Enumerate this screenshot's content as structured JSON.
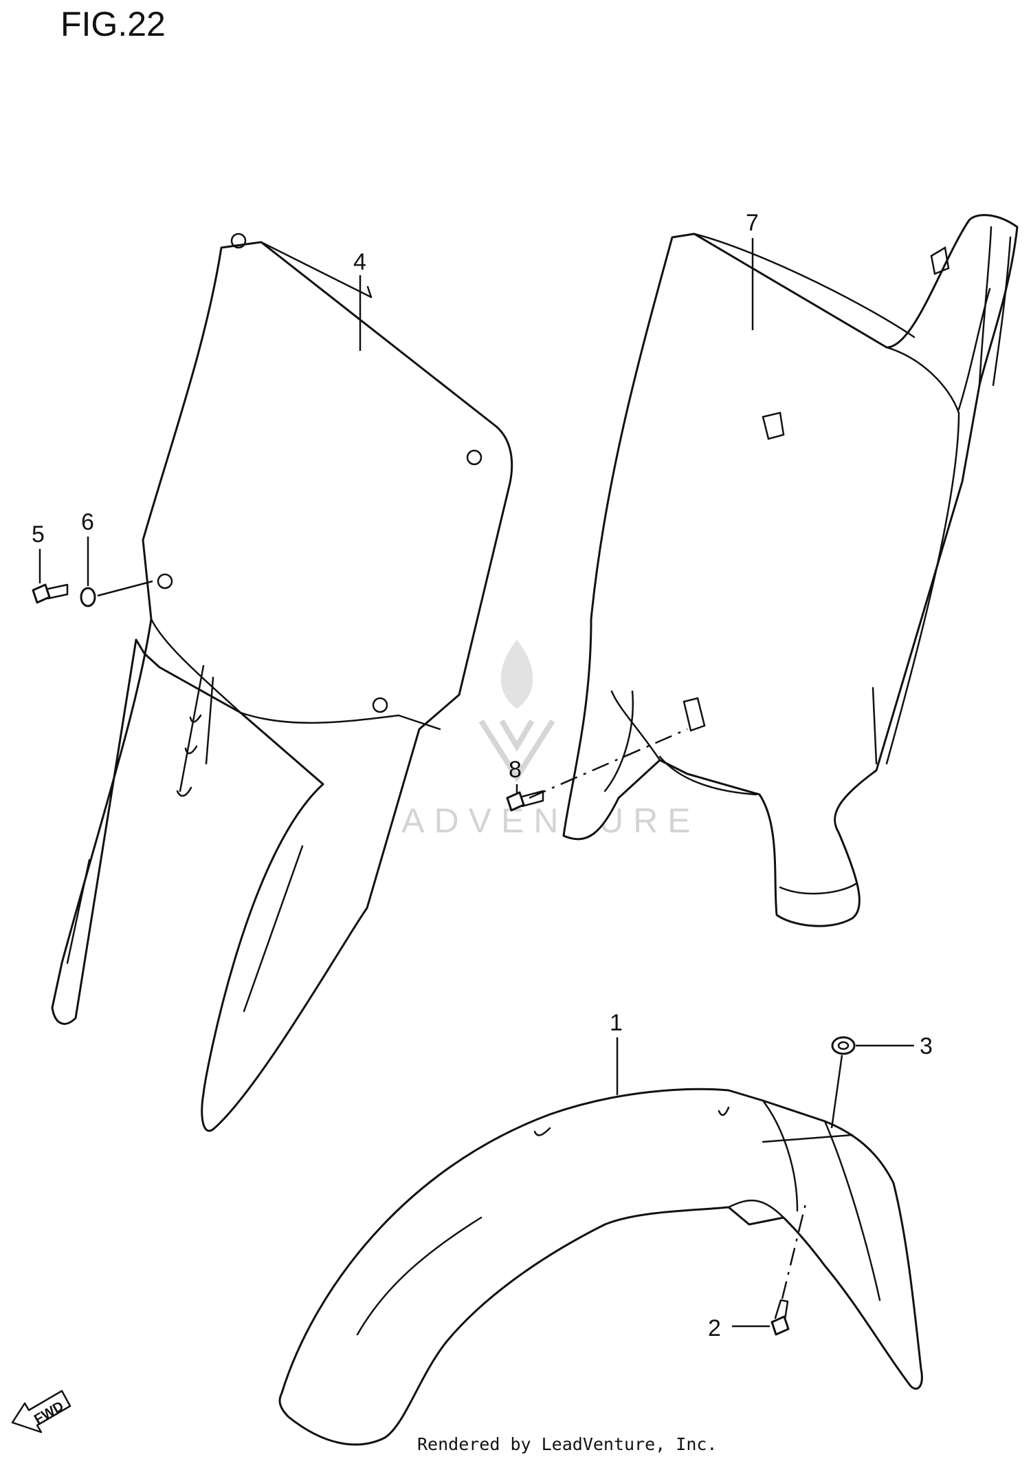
{
  "figure": {
    "title": "FIG.22"
  },
  "callouts": [
    {
      "id": "1",
      "label": "1"
    },
    {
      "id": "2",
      "label": "2"
    },
    {
      "id": "3",
      "label": "3"
    },
    {
      "id": "4",
      "label": "4"
    },
    {
      "id": "5",
      "label": "5"
    },
    {
      "id": "6",
      "label": "6"
    },
    {
      "id": "7",
      "label": "7"
    },
    {
      "id": "8",
      "label": "8"
    }
  ],
  "watermark": {
    "text": "LEADVENTURE"
  },
  "orientation": {
    "label": "FWD"
  },
  "footer": {
    "text": "Rendered by LeadVenture, Inc."
  },
  "colors": {
    "line": "#111111",
    "background": "#ffffff",
    "watermark": "#d4d4d4"
  }
}
